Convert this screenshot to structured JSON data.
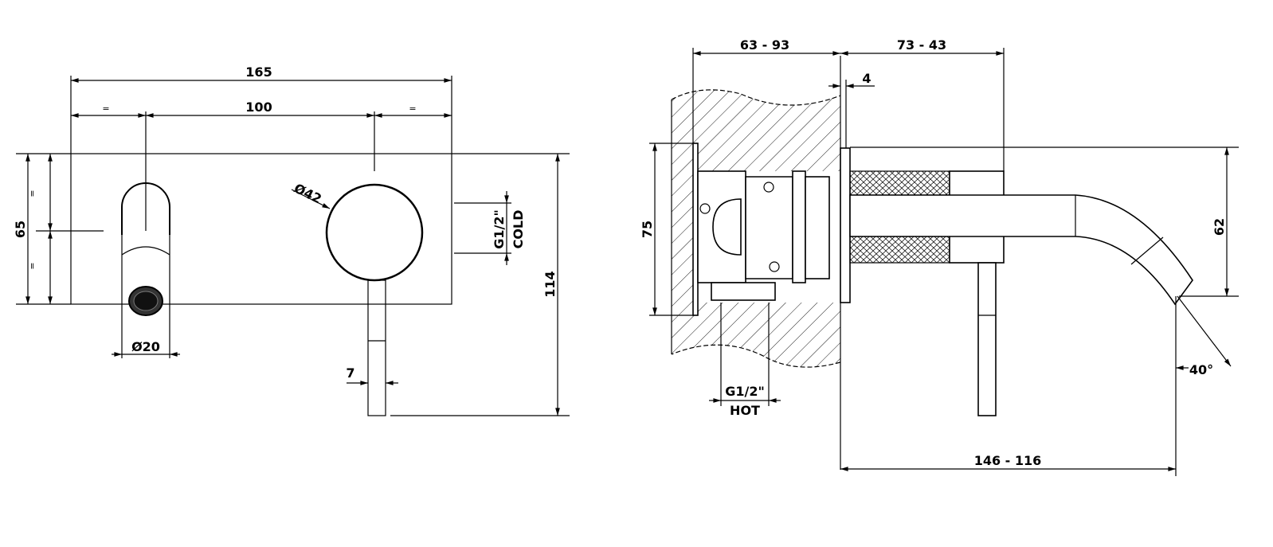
{
  "front_view": {
    "dim_width_total": "165",
    "dim_centers": "100",
    "dim_equal_left": "=",
    "dim_equal_right": "=",
    "dim_equal_top": "=",
    "dim_equal_bottom": "=",
    "dim_plate_height": "65",
    "dim_total_height": "114",
    "dim_handle_diameter": "Ø42",
    "dim_spout_diameter": "Ø20",
    "dim_lever_width": "7",
    "cold_connection": "G1/2\"",
    "cold_label": "COLD"
  },
  "side_view": {
    "dim_body_depth": "63 - 93",
    "dim_projection_handle": "73 - 43",
    "dim_plate_thickness": "4",
    "dim_mount_height": "75",
    "dim_spout_height": "62",
    "dim_spout_angle": "40°",
    "dim_spout_reach": "146 - 116",
    "hot_connection": "G1/2\"",
    "hot_label": "HOT"
  },
  "colors": {
    "line": "#000000",
    "background": "#ffffff"
  }
}
